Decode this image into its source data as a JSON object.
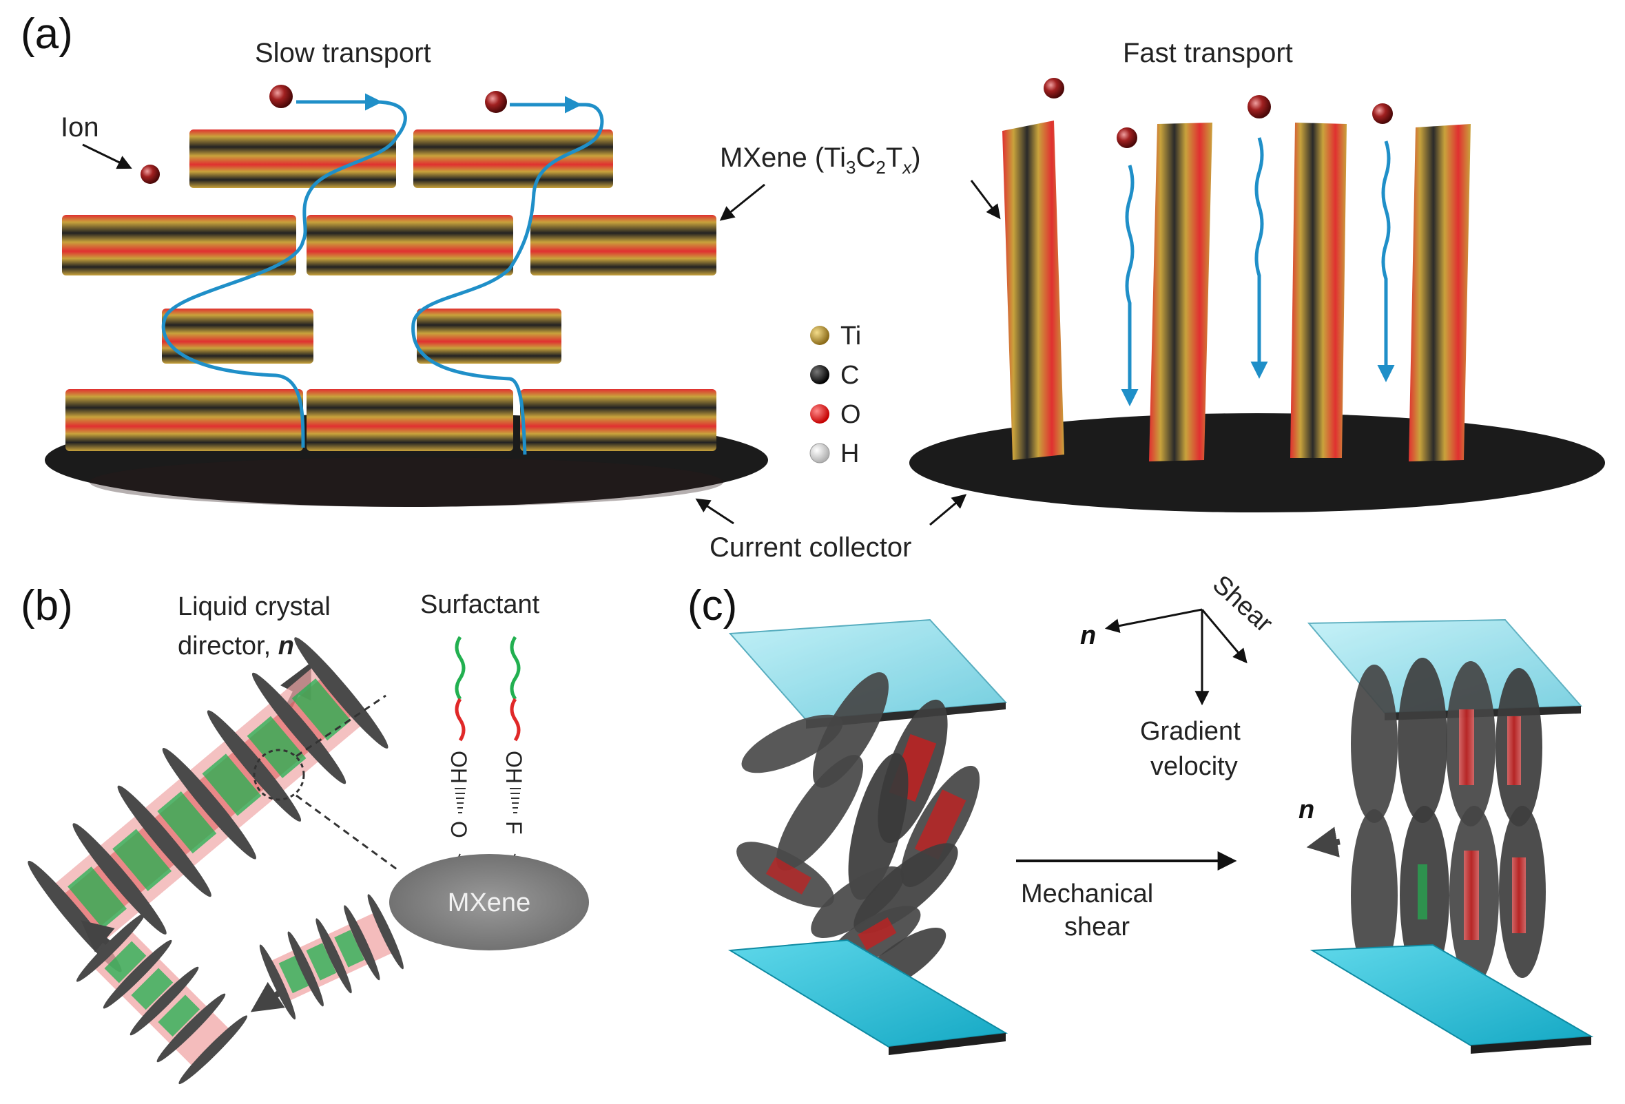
{
  "panels": {
    "a": {
      "tag": "(a)",
      "slow_title": "Slow transport",
      "fast_title": "Fast transport",
      "ion_label": "Ion",
      "mxene_label_prefix": "MXene (Ti",
      "mxene_sub_1": "3",
      "mxene_mid": "C",
      "mxene_sub_2": "2",
      "mxene_mid_2": "T",
      "mxene_sub_x": "x",
      "mxene_suffix": ")",
      "current_collector": "Current collector",
      "legend": [
        {
          "symbol": "Ti",
          "color": "#c9a33c"
        },
        {
          "symbol": "C",
          "color": "#222222"
        },
        {
          "symbol": "O",
          "color": "#e01818"
        },
        {
          "symbol": "H",
          "color": "#e6e6e6"
        }
      ]
    },
    "b": {
      "tag": "(b)",
      "director_line1": "Liquid crystal",
      "director_line2": "director, ",
      "director_n": "n",
      "surfactant": "Surfactant",
      "mxene_blob": "MXene",
      "bond_o": "O",
      "bond_f": "F",
      "oh_left": "OH",
      "oh_right": "OH"
    },
    "c": {
      "tag": "(c)",
      "n_top": "n",
      "shear_axis": "Shear",
      "gradient_line1": "Gradient",
      "gradient_line2": "velocity",
      "n_right": "n",
      "mech_line1": "Mechanical",
      "mech_line2": "shear"
    }
  },
  "colors": {
    "ti": "#c9a33c",
    "oxygen": "#e01818",
    "carbon": "#222222",
    "ion_path": "#1f8fc8",
    "collector": "#1c1c1c",
    "plate": "#7fd6e6",
    "disc": "#4a4a4a",
    "green": "#22b050",
    "red": "#e02828"
  }
}
